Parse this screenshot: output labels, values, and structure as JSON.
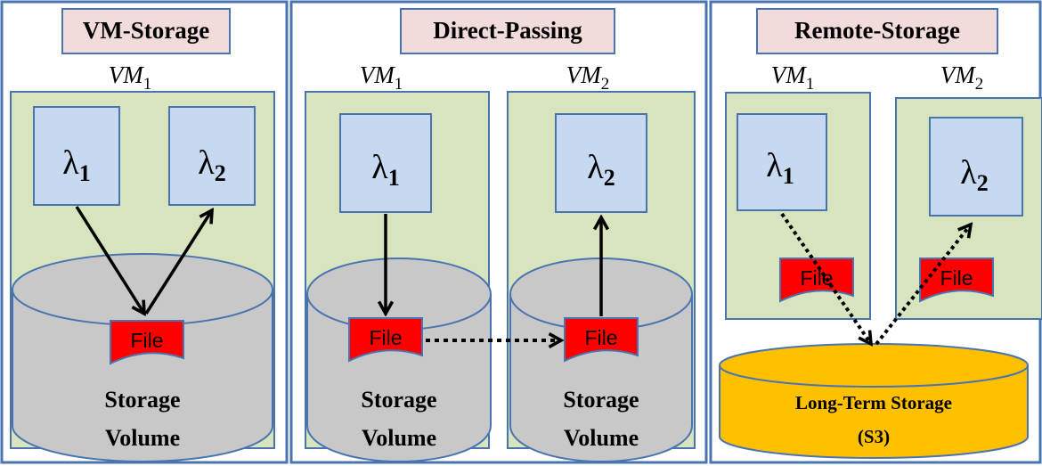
{
  "colors": {
    "panel_border": "#4a74b0",
    "vm_fill": "#d7e4bd",
    "vm_border": "#4a74b0",
    "lambda_fill": "#c6d9f1",
    "title_fill": "#f2dcdb",
    "disk_fill": "#c8c8c8",
    "file_fill": "#ff0000",
    "s3_fill": "#ffc000"
  },
  "panels": [
    {
      "title": "VM-Storage",
      "vms": [
        {
          "name": "VM",
          "sub": "1"
        }
      ],
      "lambdas": [
        {
          "sym": "λ",
          "sub": "1"
        },
        {
          "sym": "λ",
          "sub": "2"
        }
      ],
      "files": [
        "File"
      ],
      "volumes": [
        {
          "line1": "Storage",
          "line2": "Volume"
        }
      ]
    },
    {
      "title": "Direct-Passing",
      "vms": [
        {
          "name": "VM",
          "sub": "1"
        },
        {
          "name": "VM",
          "sub": "2"
        }
      ],
      "lambdas": [
        {
          "sym": "λ",
          "sub": "1"
        },
        {
          "sym": "λ",
          "sub": "2"
        }
      ],
      "files": [
        "File",
        "File"
      ],
      "volumes": [
        {
          "line1": "Storage",
          "line2": "Volume"
        },
        {
          "line1": "Storage",
          "line2": "Volume"
        }
      ]
    },
    {
      "title": "Remote-Storage",
      "vms": [
        {
          "name": "VM",
          "sub": "1"
        },
        {
          "name": "VM",
          "sub": "2"
        }
      ],
      "lambdas": [
        {
          "sym": "λ",
          "sub": "1"
        },
        {
          "sym": "λ",
          "sub": "2"
        }
      ],
      "files": [
        "File",
        "File"
      ],
      "remote_storage": {
        "line1": "Long-Term Storage",
        "line2": "(S3)"
      }
    }
  ]
}
